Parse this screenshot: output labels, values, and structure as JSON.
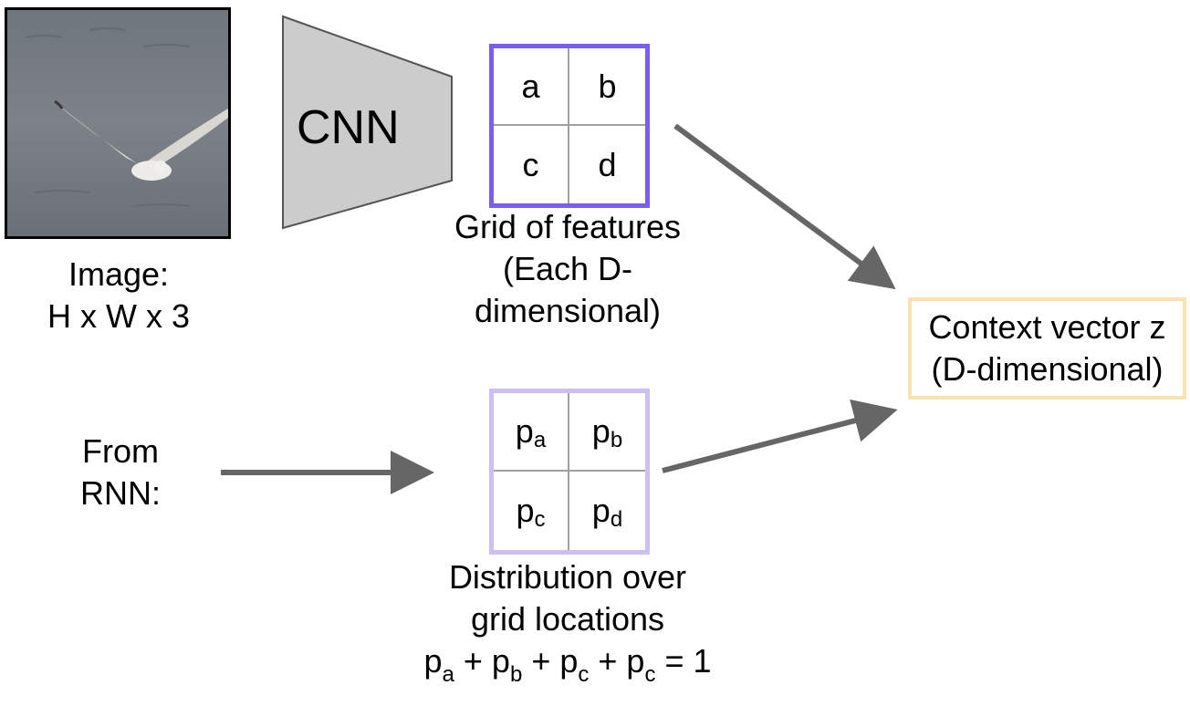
{
  "image_panel": {
    "label_line1": "Image:",
    "label_line2": "H x W x 3"
  },
  "cnn": {
    "label": "CNN"
  },
  "feature_grid": {
    "cells": [
      "a",
      "b",
      "c",
      "d"
    ],
    "caption_line1": "Grid of features",
    "caption_line2": "(Each D-",
    "caption_line3": "dimensional)",
    "border_color": "#7a5cf0"
  },
  "rnn_input": {
    "label_line1": "From",
    "label_line2": "RNN:"
  },
  "distribution_grid": {
    "cells": [
      {
        "base": "p",
        "sub": "a"
      },
      {
        "base": "p",
        "sub": "b"
      },
      {
        "base": "p",
        "sub": "c"
      },
      {
        "base": "p",
        "sub": "d"
      }
    ],
    "caption_line1": "Distribution over",
    "caption_line2": "grid locations",
    "equation": [
      {
        "base": "p",
        "sub": "a"
      },
      {
        "op": " + "
      },
      {
        "base": "p",
        "sub": "b"
      },
      {
        "op": " + "
      },
      {
        "base": "p",
        "sub": "c"
      },
      {
        "op": " + "
      },
      {
        "base": "p",
        "sub": "c"
      },
      {
        "op": " = 1"
      }
    ],
    "border_color": "#cbbff5"
  },
  "context_vector": {
    "line1": "Context vector z",
    "line2": "(D-dimensional)",
    "border_color": "#fbe3b0"
  },
  "colors": {
    "cnn_fill": "#cccccc",
    "arrow": "#666666"
  }
}
